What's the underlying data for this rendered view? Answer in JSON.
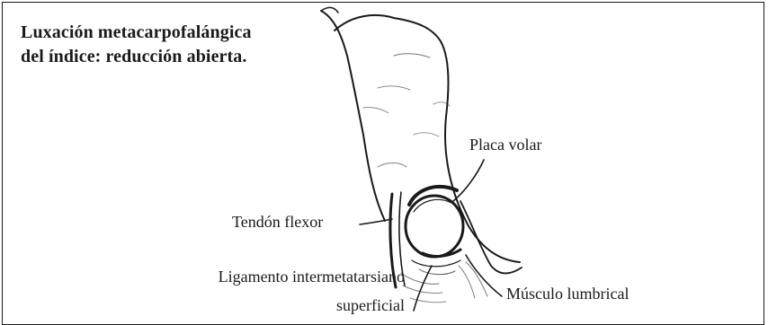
{
  "title": {
    "line1": "Luxación metacarpofalángica",
    "line2": "del índice: reducción abierta."
  },
  "labels": {
    "placa_volar": "Placa volar",
    "tendon_flexor": "Tendón flexor",
    "ligamento_line1": "Ligamento intermetatarsiano",
    "ligamento_line2": "superficial",
    "musculo_lumbrical": "Músculo lumbrical"
  }
}
